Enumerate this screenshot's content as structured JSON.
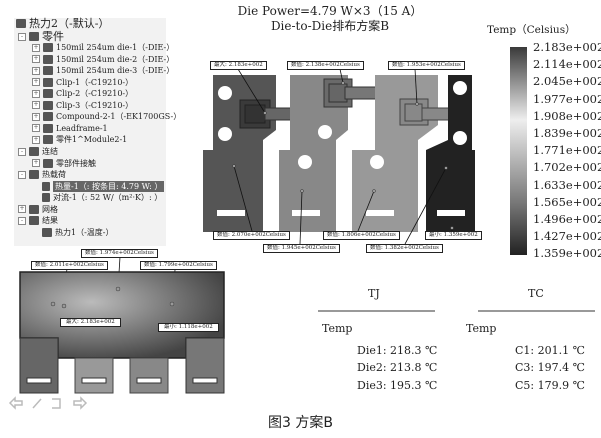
{
  "tree": {
    "root": "热力2（-默认-）",
    "parts": "零件",
    "items": [
      "150mil 254um die-1（-DIE-）",
      "150mil 254um die-2（-DIE-）",
      "150mil 254um die-3（-DIE-）",
      "Clip-1（-C19210-）",
      "Clip-2（-C19210-）",
      "Clip-3（-C19210-）",
      "Compound-2-1（-EK1700GS-）",
      "Leadframe-1",
      "零件1^Module2-1"
    ],
    "connections": "连结",
    "contact": "零部件接触",
    "thermal_loads": "热载荷",
    "heat_power": "热量-1（: 按条目: 4.79 W: ）",
    "convection": "对流-1（: 52 W/（m²·K）: ）",
    "mesh": "网格",
    "results": "结果",
    "thermal_result": "热力1（-温度-）"
  },
  "title": {
    "line1": "Die Power=4.79 W×3（15 A）",
    "line2": "Die-to-Die排布方案B"
  },
  "legend": {
    "title": "Temp（Celsius）",
    "labels": [
      "2.183e+002",
      "2.114e+002",
      "2.045e+002",
      "1.977e+002",
      "1.908e+002",
      "1.839e+002",
      "1.771e+002",
      "1.702e+002",
      "1.633e+002",
      "1.565e+002",
      "1.496e+002",
      "1.427e+002",
      "1.359e+002"
    ]
  },
  "top_probes": {
    "max": "最大: 2.183e+002",
    "p2": "数值: 2.138e+002Celsius",
    "p3": "数值: 1.953e+002Celsius",
    "b1": "数值: 2.070e+002Celsius",
    "b2": "数值: 1.945e+002Celsius",
    "b3": "数值: 1.806e+002Celsius",
    "b4": "数值: 1.382e+002Celsius",
    "min": "最小: 1.359e+002"
  },
  "bottom_probes": {
    "p1": "数值: 1.974e+002Celsius",
    "p2": "数值: 2.011e+002Celsius",
    "p3": "数值: 1.799e+002Celsius",
    "max": "最大: 2.183e+002",
    "min": "最小: 1.118e+002"
  },
  "table": {
    "tj_header": "TJ",
    "tc_header": "TC",
    "temp": "Temp",
    "tj": [
      "Die1: 218.3 ℃",
      "Die2: 213.8 ℃",
      "Die3: 195.3 ℃"
    ],
    "tc": [
      "C1: 201.1 ℃",
      "C3: 197.4 ℃",
      "C5: 179.9 ℃"
    ]
  },
  "caption": "图3  方案B"
}
